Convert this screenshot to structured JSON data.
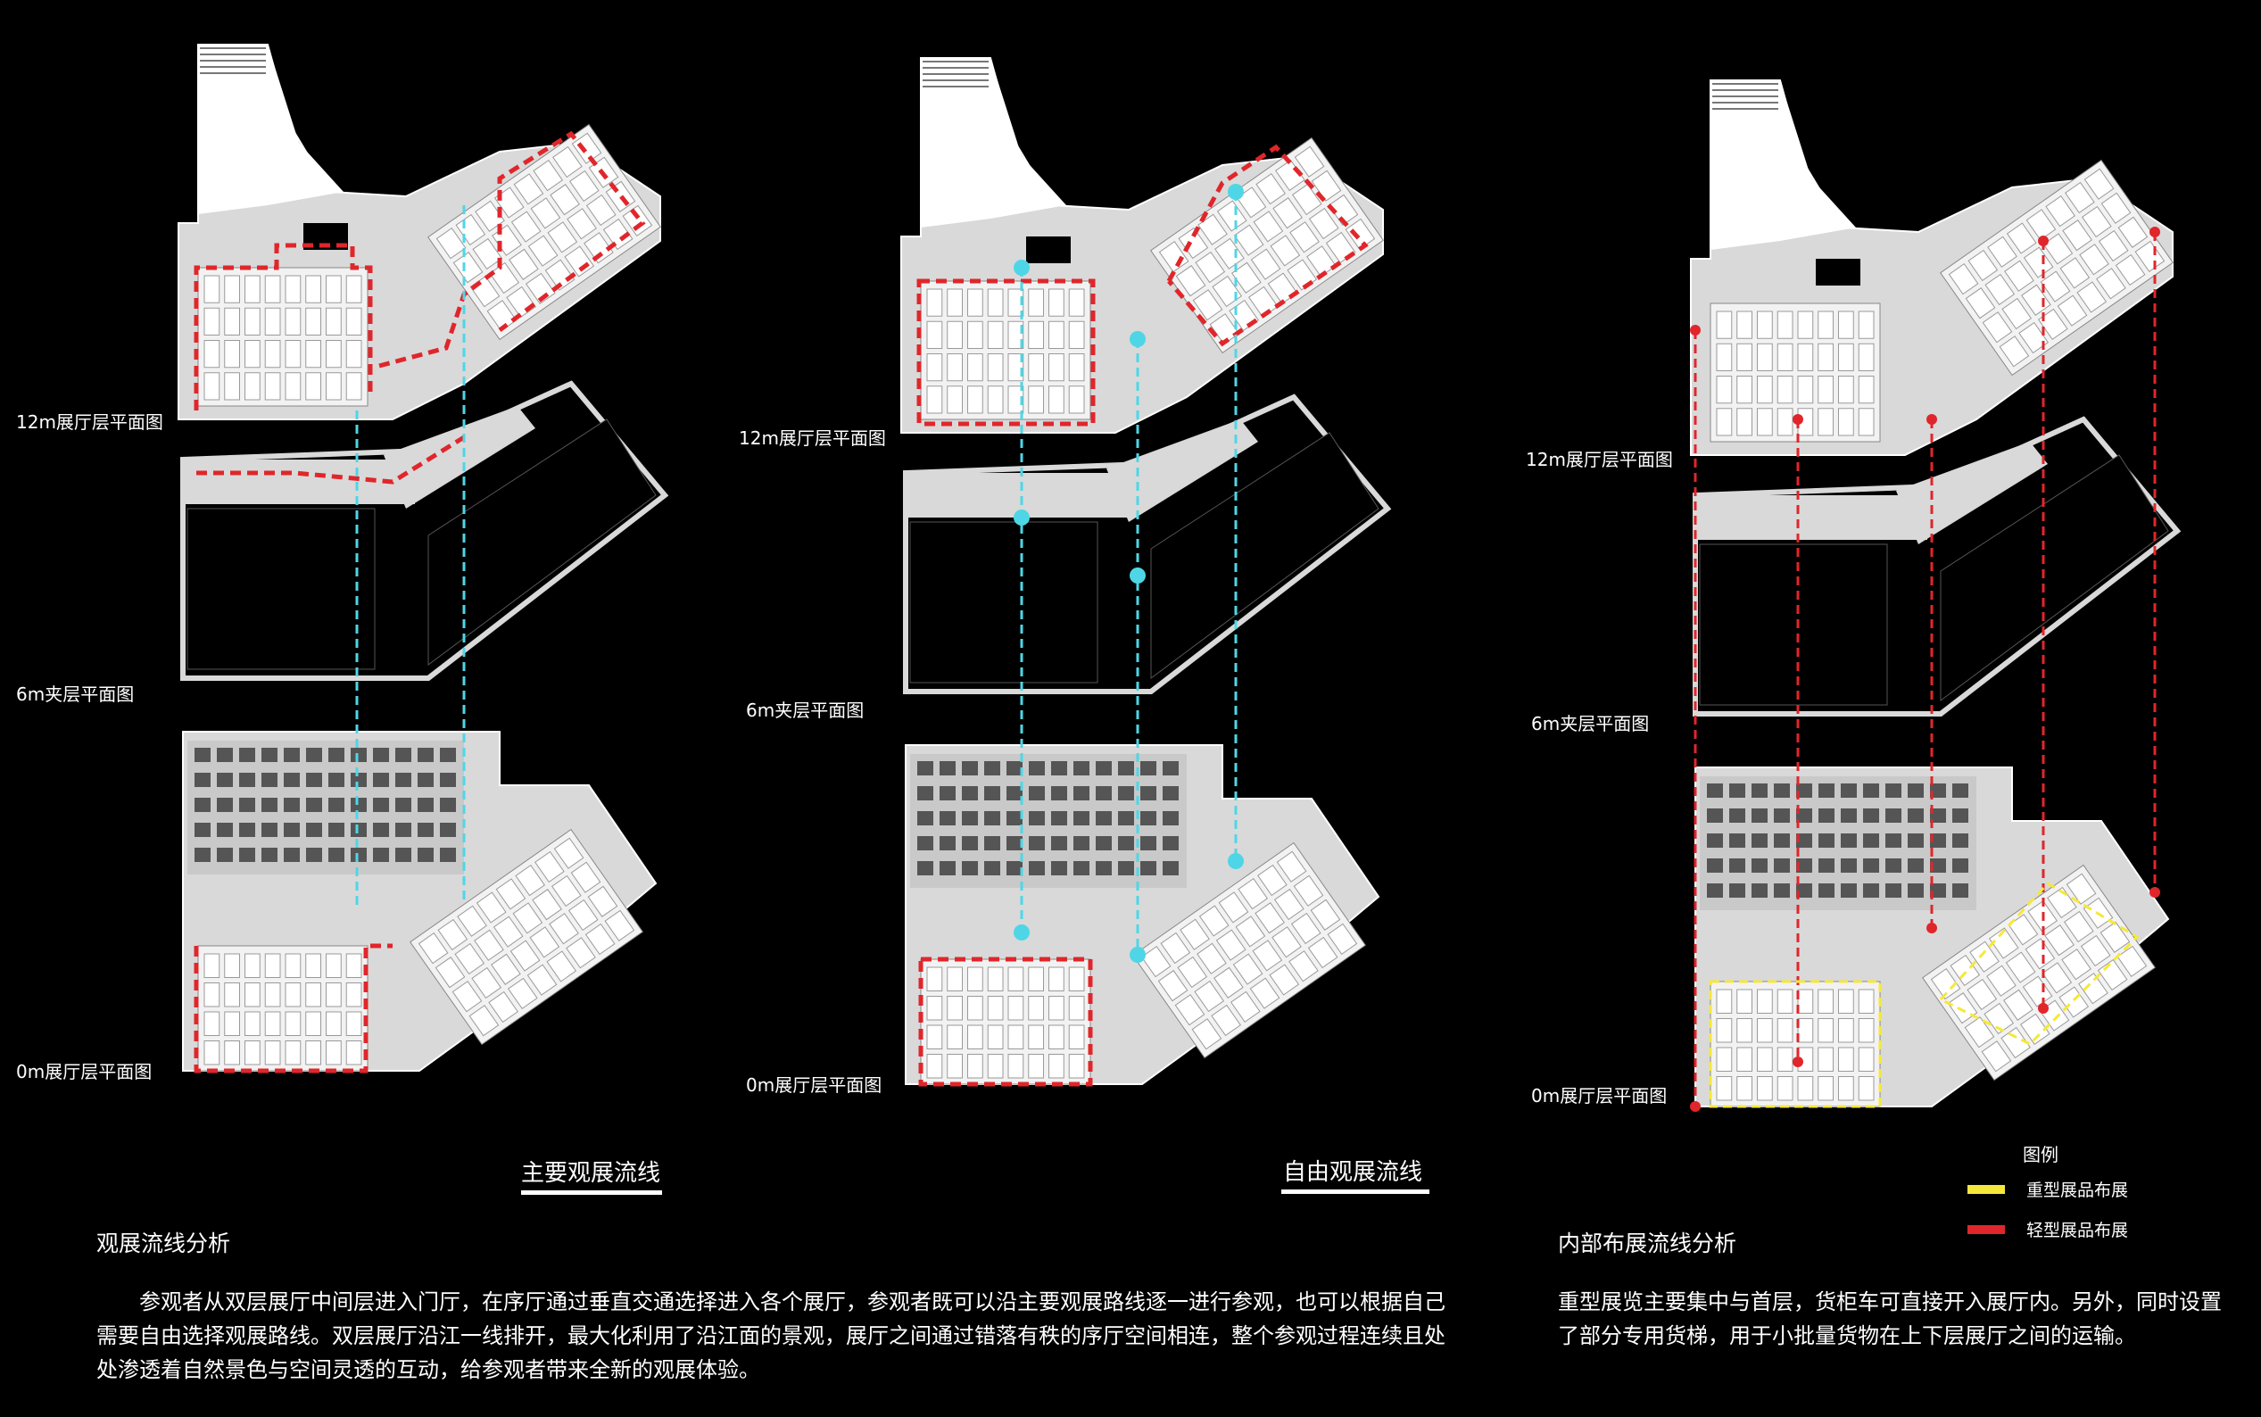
{
  "colors": {
    "background": "#000000",
    "plan_fill": "#d9d9d9",
    "hall_fill": "#f2f2f2",
    "main_route": "#e0262b",
    "vertical_link": "#4fd6e6",
    "heavy_exhibit": "#f5e83a",
    "light_exhibit": "#e0262b"
  },
  "columns": [
    {
      "labels": {
        "top": "12m展厅层平面图",
        "mid": "6m夹层平面图",
        "bottom": "0m展厅层平面图"
      },
      "flow_title": "主要观展流线"
    },
    {
      "labels": {
        "top": "12m展厅层平面图",
        "mid": "6m夹层平面图",
        "bottom": "0m展厅层平面图"
      },
      "flow_title": "自由观展流线"
    },
    {
      "labels": {
        "top": "12m展厅层平面图",
        "mid": "6m夹层平面图",
        "bottom": "0m展厅层平面图"
      }
    }
  ],
  "legend": {
    "title": "图例",
    "items": [
      {
        "label": "重型展品布展",
        "color": "#f5e83a"
      },
      {
        "label": "轻型展品布展",
        "color": "#e0262b"
      }
    ]
  },
  "analysis_left": {
    "heading": "观展流线分析",
    "body": "参观者从双层展厅中间层进入门厅，在序厅通过垂直交通选择进入各个展厅，参观者既可以沿主要观展路线逐一进行参观，也可以根据自己需要自由选择观展路线。双层展厅沿江一线排开，最大化利用了沿江面的景观，展厅之间通过错落有秩的序厅空间相连，整个参观过程连续且处处渗透着自然景色与空间灵透的互动，给参观者带来全新的观展体验。"
  },
  "analysis_right": {
    "heading": "内部布展流线分析",
    "body": "重型展览主要集中与首层，货柜车可直接开入展厅内。另外，同时设置了部分专用货梯，用于小批量货物在上下层展厅之间的运输。"
  }
}
